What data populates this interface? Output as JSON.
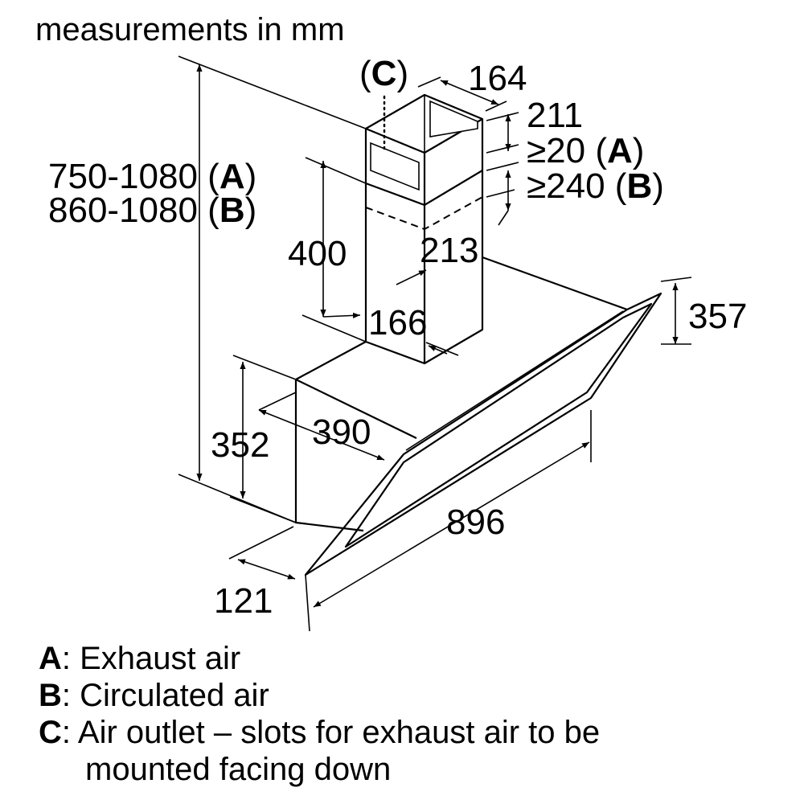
{
  "title": "measurements in mm",
  "dimensions": {
    "height_a": "750-1080 (",
    "height_a_key": "A",
    "height_b": "860-1080 (",
    "height_b_key": "B",
    "close": ")",
    "chimney_upper_width": "164",
    "chimney_upper_height": "211",
    "gap_a": "≥20 (",
    "gap_a_key": "A",
    "gap_b": "≥240 (",
    "gap_b_key": "B",
    "chimney_lower_height": "400",
    "chimney_lower_width": "213",
    "chimney_depth": "166",
    "panel_height": "357",
    "body_height": "352",
    "body_depth": "390",
    "overall_width": "896",
    "bottom_depth": "121",
    "outlet_label_open": "(",
    "outlet_label_key": "C",
    "outlet_label_close": ")"
  },
  "legend": [
    {
      "key": "A",
      "text": ": Exhaust air"
    },
    {
      "key": "B",
      "text": ": Circulated air"
    },
    {
      "key": "C",
      "text": ": Air outlet – slots for exhaust air to be"
    }
  ],
  "legend_continuation": "mounted facing down"
}
